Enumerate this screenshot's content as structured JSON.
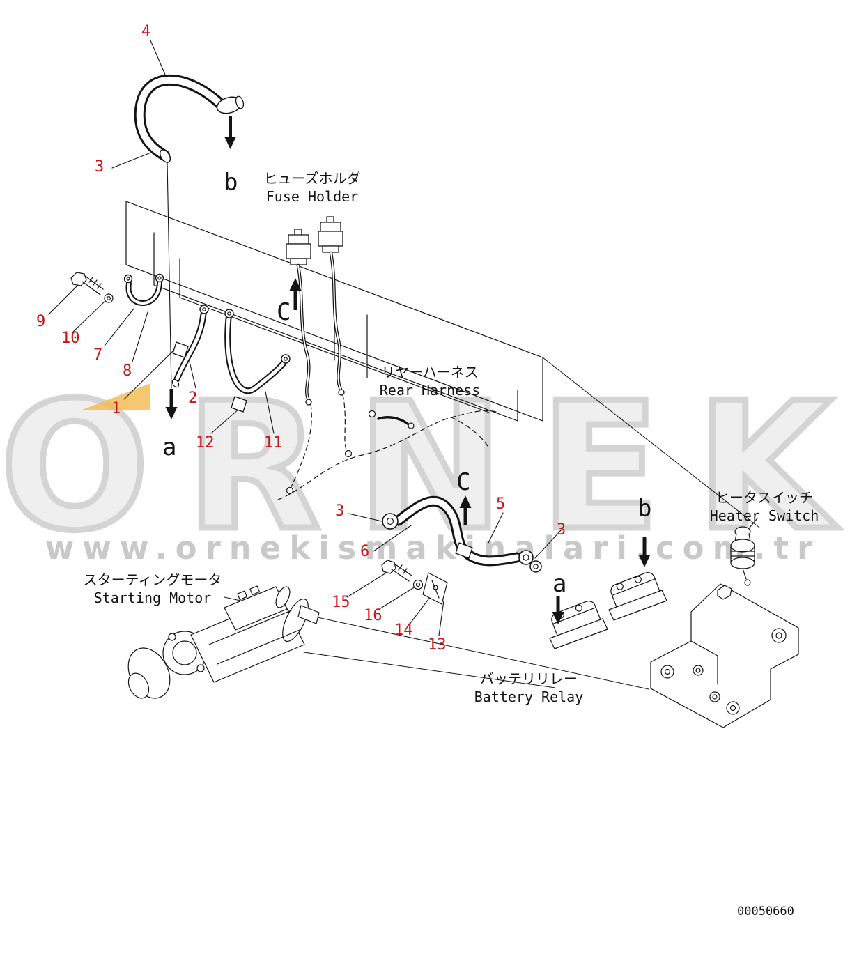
{
  "page": {
    "type": "electrical parts diagram",
    "drawing_number": "00050660"
  },
  "colors": {
    "callout": "#c81414",
    "ink": "#141414",
    "watermark": "#d4d4d4",
    "watermark_url": "#c9c9c9",
    "highlight": "#f3b94d"
  },
  "watermark": {
    "brand": "ORNEK",
    "url": "www.ornekismakinalari.com.tr"
  },
  "labels": {
    "fuse_holder": {
      "jp": "ヒューズホルダ",
      "en": "Fuse Holder"
    },
    "rear_harness": {
      "jp": "リヤーハーネス",
      "en": "Rear Harness"
    },
    "heater_switch": {
      "jp": "ヒータスイッチ",
      "en": "Heater Switch"
    },
    "starting_motor": {
      "jp": "スターティングモータ",
      "en": "Starting Motor"
    },
    "battery_relay": {
      "jp": "バッテリリレー",
      "en": "Battery Relay"
    }
  },
  "callouts": [
    {
      "label": "4"
    },
    {
      "label": "3"
    },
    {
      "label": "9"
    },
    {
      "label": "10"
    },
    {
      "label": "7"
    },
    {
      "label": "8"
    },
    {
      "label": "1"
    },
    {
      "label": "2"
    },
    {
      "label": "12"
    },
    {
      "label": "11"
    },
    {
      "label": "3"
    },
    {
      "label": "5"
    },
    {
      "label": "3"
    },
    {
      "label": "6"
    },
    {
      "label": "15"
    },
    {
      "label": "16"
    },
    {
      "label": "14"
    },
    {
      "label": "13"
    }
  ],
  "view_letters": [
    {
      "label": "b"
    },
    {
      "label": "C"
    },
    {
      "label": "a"
    },
    {
      "label": "C"
    },
    {
      "label": "b"
    },
    {
      "label": "a"
    }
  ]
}
